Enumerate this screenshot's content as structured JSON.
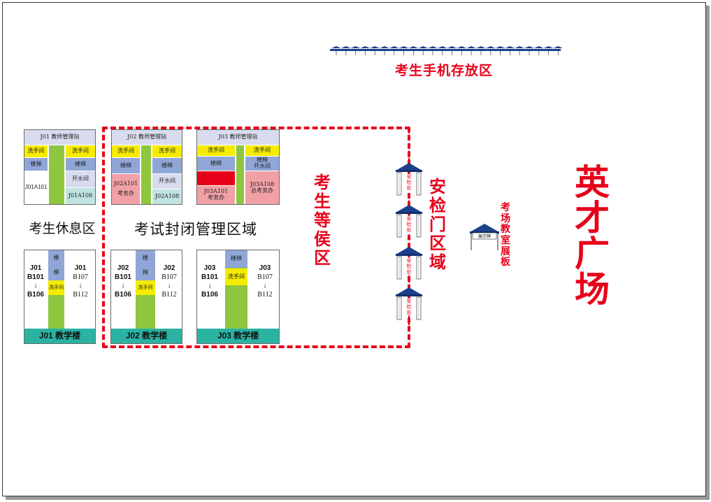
{
  "title_phone_zone": "考生手机存放区",
  "zone_rest": "考生休息区",
  "zone_closed": "考试封闭管理区域",
  "zone_waiting": [
    "考",
    "生",
    "等",
    "侯",
    "区"
  ],
  "zone_security": [
    "安",
    "检",
    "门",
    "区",
    "域"
  ],
  "zone_board": [
    "考",
    "场",
    "教",
    "室",
    "展",
    "板"
  ],
  "board_label": "展示牌",
  "square": [
    "英",
    "才",
    "广",
    "场"
  ],
  "checkpoint_label": [
    "安",
    "检",
    "处"
  ],
  "j01": {
    "station": "J01 教师管理站",
    "washroom_l": "洗手间",
    "washroom_r": "洗手间",
    "stairs_l": "楼梯",
    "stairs_r": "楼梯",
    "water": "开水间",
    "room_a101": "J01A101",
    "room_a108": "J01A108",
    "bottom_stairs": [
      "楼",
      "梯"
    ],
    "bottom_washroom": "洗手间",
    "left_rooms": [
      "J01",
      "B101",
      "↓",
      "B106"
    ],
    "right_rooms": [
      "J01",
      "B107",
      "↓",
      "B112"
    ],
    "building": "J01 教学楼"
  },
  "j02": {
    "station": "J02 教师管理站",
    "washroom_l": "洗手间",
    "washroom_r": "洗手间",
    "stairs_l": "楼梯",
    "stairs_r": "楼梯",
    "water": "开水间",
    "room_a101": "J02A101",
    "office": "考务办",
    "room_a108": "J02A108",
    "bottom_stairs": [
      "楼",
      "梯"
    ],
    "bottom_washroom": "洗手间",
    "left_rooms": [
      "J02",
      "B101",
      "↓",
      "B106"
    ],
    "right_rooms": [
      "J02",
      "B107",
      "↓",
      "B112"
    ],
    "building": "J02 教学楼"
  },
  "j03": {
    "station": "J03 教师管理站",
    "washroom_l": "洗手间",
    "washroom_r": "洗手间",
    "stairs_l": "楼梯",
    "stairs_r": "楼梯",
    "water": "开水间",
    "room_a101": "J03A101",
    "office": "考务办",
    "room_a108": "J03A108",
    "main_office": "总考务办",
    "bottom_stairs": "楼梯",
    "bottom_washroom": "洗手间",
    "left_rooms": [
      "J03",
      "B101",
      "↓",
      "B106"
    ],
    "right_rooms": [
      "J03",
      "B107",
      "↓",
      "B112"
    ],
    "building": "J03 教学楼"
  }
}
